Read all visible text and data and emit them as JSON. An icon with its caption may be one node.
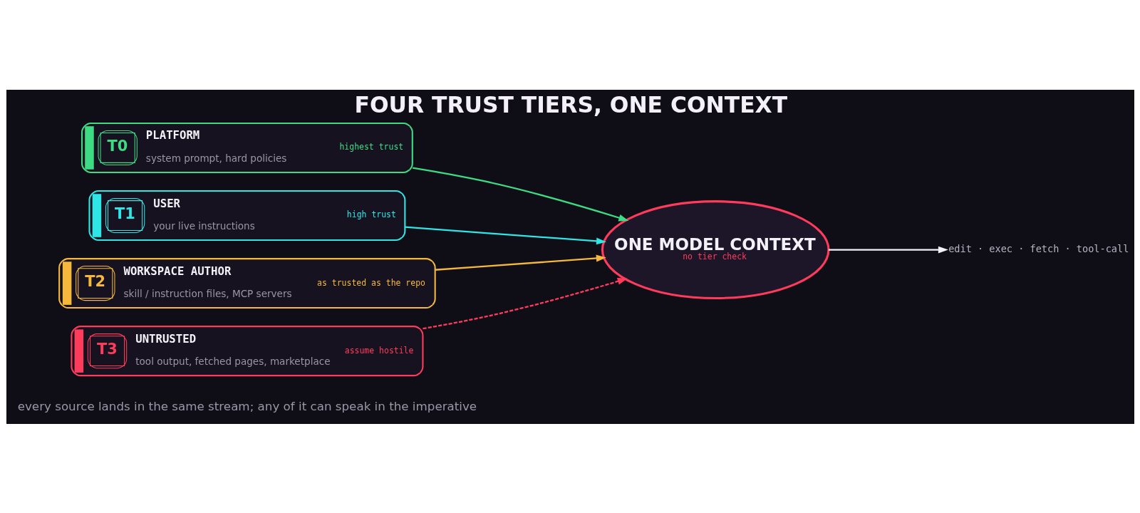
{
  "diagram": {
    "title": "FOUR TRUST TIERS, ONE CONTEXT",
    "nodes": [
      {
        "text": [
          "T0",
          "PLATFORM",
          "system prompt, hard policies",
          "highest trust"
        ]
      },
      {
        "text": [
          "T1",
          "USER",
          "your live instructions",
          "high trust"
        ]
      },
      {
        "text": [
          "T2",
          "WORKSPACE AUTHOR",
          "skill / instruction files, MCP servers",
          "as trusted as the repo"
        ]
      },
      {
        "text": [
          "T3",
          "UNTRUSTED",
          "tool output, fetched pages, marketplace",
          "assume hostile"
        ]
      },
      {
        "text": [
          "ONE MODEL CONTEXT",
          "no tier check"
        ]
      },
      {
        "text": [
          "edit · exec · fetch · tool-call"
        ]
      }
    ],
    "edges": [
      {
        "from": 0,
        "to": 4,
        "arrow": "to",
        "color": "#3ddc84"
      },
      {
        "from": 1,
        "to": 4,
        "arrow": "to",
        "color": "#2ee6e6"
      },
      {
        "from": 2,
        "to": 4,
        "arrow": "to",
        "color": "#f5b83d"
      },
      {
        "from": 3,
        "to": 4,
        "arrow": "to",
        "style": "dashed",
        "color": "#ff3b5c"
      },
      {
        "from": 4,
        "to": 5,
        "arrow": "to",
        "color": "#f4f0f8"
      }
    ],
    "labels": [
      "every source lands in the same stream; any of it can speak in the imperative"
    ]
  }
}
